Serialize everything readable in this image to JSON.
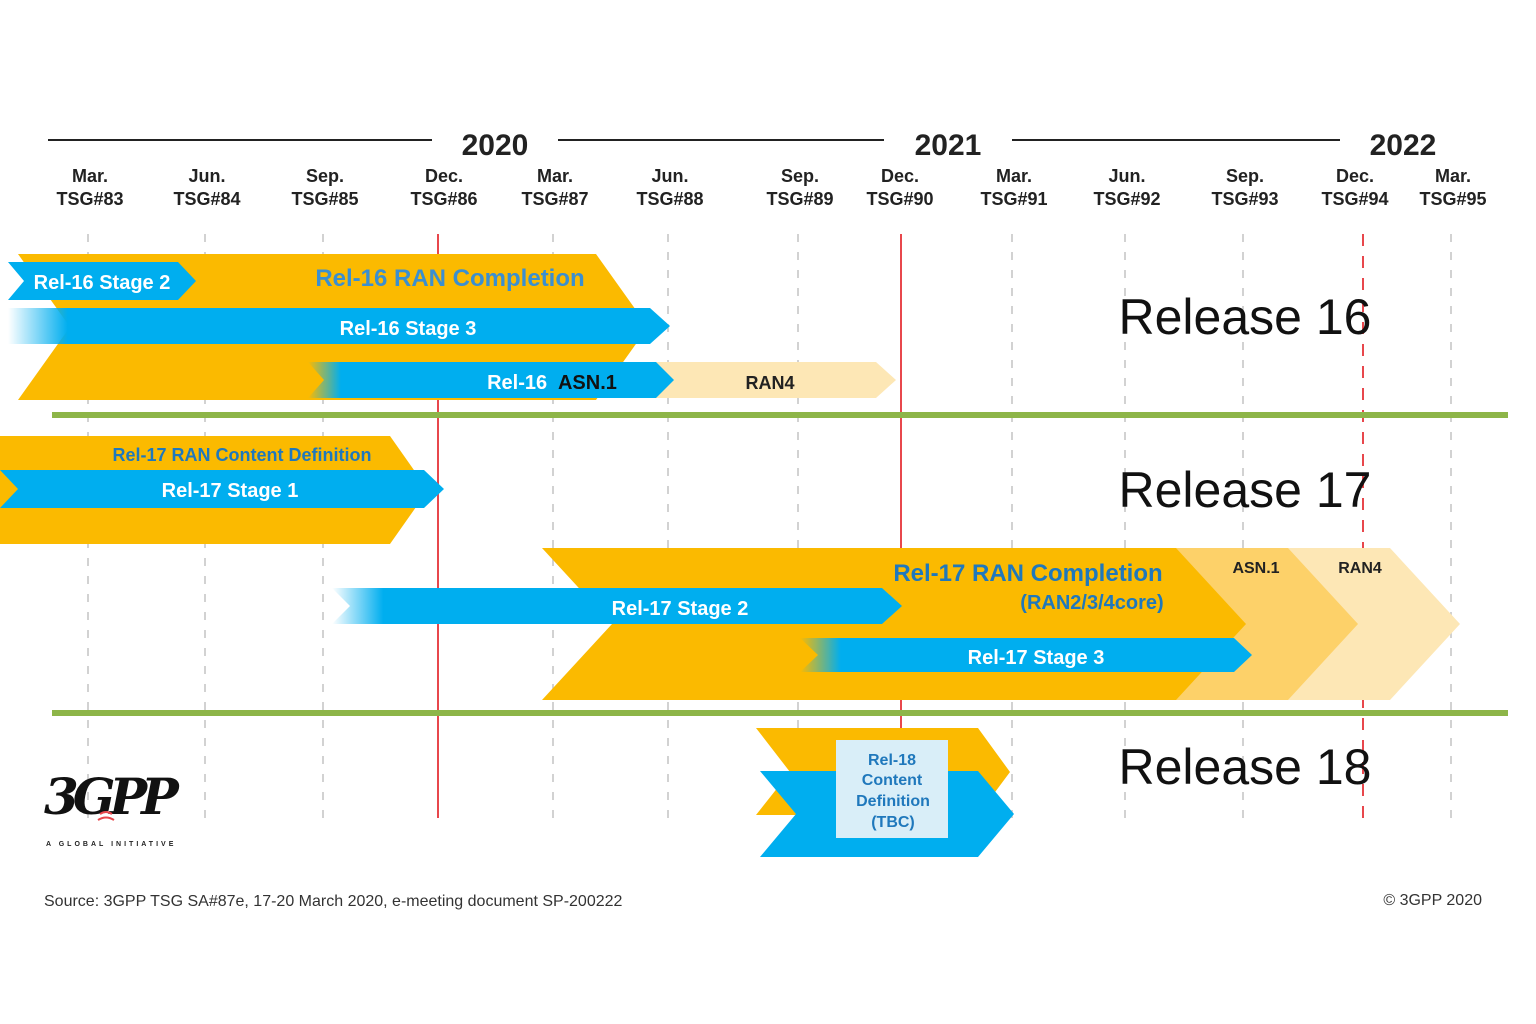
{
  "colors": {
    "orange": "#fbba00",
    "orange_mid": "#fdd169",
    "orange_light": "#fde7b5",
    "blue": "#00aeef",
    "dark_blue_text": "#1f78bc",
    "red_line": "#e8474c",
    "green_line": "#8db548",
    "gray_text": "#333333",
    "tbc_box": "#d9eef8"
  },
  "timeline": {
    "years": [
      "2020",
      "2021",
      "2022"
    ],
    "milestones": [
      {
        "month": "Mar.",
        "tsg": "TSG#83"
      },
      {
        "month": "Jun.",
        "tsg": "TSG#84"
      },
      {
        "month": "Sep.",
        "tsg": "TSG#85"
      },
      {
        "month": "Dec.",
        "tsg": "TSG#86"
      },
      {
        "month": "Mar.",
        "tsg": "TSG#87"
      },
      {
        "month": "Jun.",
        "tsg": "TSG#88"
      },
      {
        "month": "Sep.",
        "tsg": "TSG#89"
      },
      {
        "month": "Dec.",
        "tsg": "TSG#90"
      },
      {
        "month": "Mar.",
        "tsg": "TSG#91"
      },
      {
        "month": "Jun.",
        "tsg": "TSG#92"
      },
      {
        "month": "Sep.",
        "tsg": "TSG#93"
      },
      {
        "month": "Dec.",
        "tsg": "TSG#94"
      },
      {
        "month": "Mar.",
        "tsg": "TSG#95"
      }
    ]
  },
  "releases": {
    "rel16": "Release 16",
    "rel17": "Release 17",
    "rel18": "Release 18"
  },
  "bars": {
    "rel16_ran_completion": "Rel-16 RAN Completion",
    "rel16_stage2": "Rel-16 Stage 2",
    "rel16_stage3": "Rel-16 Stage 3",
    "rel16_asn1_prefix": "Rel-16",
    "rel16_asn1_suffix": "ASN.1",
    "rel16_ran4": "RAN4",
    "rel17_content_definition": "Rel-17 RAN Content Definition",
    "rel17_stage1": "Rel-17 Stage 1",
    "rel17_ran_completion": "Rel-17 RAN Completion",
    "rel17_ran_completion_sub": "(RAN2/3/4core)",
    "rel17_stage2": "Rel-17 Stage 2",
    "rel17_stage3": "Rel-17 Stage 3",
    "rel17_asn1": "ASN.1",
    "rel17_ran4": "RAN4",
    "rel18_line1": "Rel-18",
    "rel18_line2": "Content",
    "rel18_line3": "Definition",
    "rel18_line4": "(TBC)"
  },
  "logo": {
    "mark": "3GPP",
    "tagline": "A GLOBAL INITIATIVE"
  },
  "footer": {
    "source": "Source: 3GPP TSG SA#87e, 17-20 March 2020, e-meeting document SP-200222",
    "copyright": "© 3GPP 2020"
  }
}
